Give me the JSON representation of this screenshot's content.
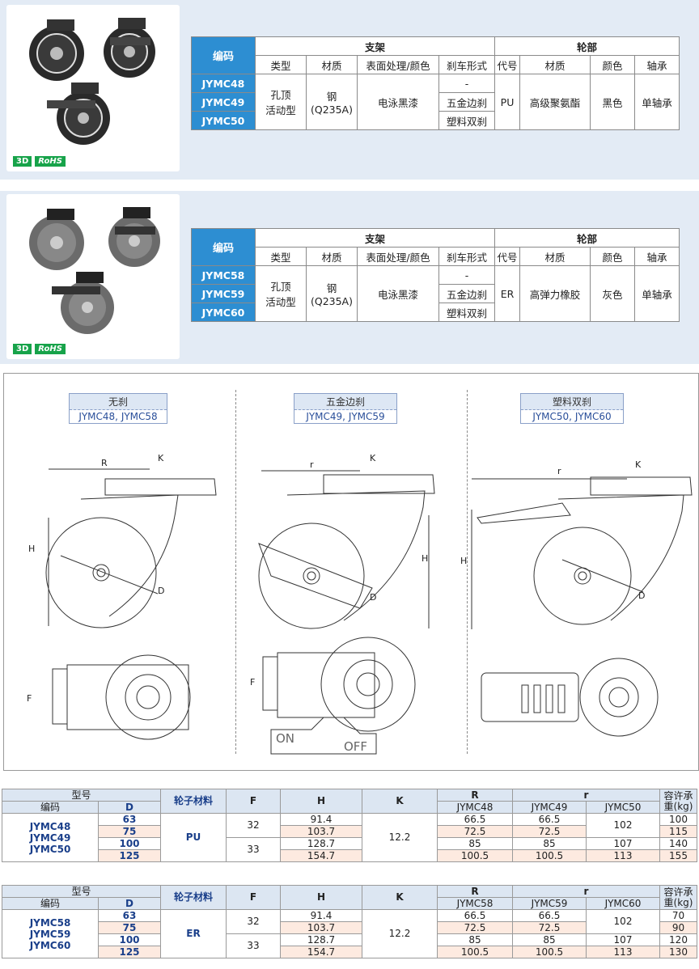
{
  "panel1": {
    "badge_3d": "3D",
    "badge_rohs": "RoHS",
    "table": {
      "code_header": "编码",
      "bracket_header": "支架",
      "wheel_header": "轮部",
      "sub_headers": [
        "类型",
        "材质",
        "表面处理/颜色",
        "刹车形式",
        "代号",
        "材质",
        "颜色",
        "轴承"
      ],
      "codes": [
        "JYMC48",
        "JYMC49",
        "JYMC50"
      ],
      "type": "孔顶\n活动型",
      "material": "钢\n(Q235A)",
      "surface": "电泳黑漆",
      "brakes": [
        "-",
        "五金边刹",
        "塑料双刹"
      ],
      "wheel_code": "PU",
      "wheel_material": "高级聚氨酯",
      "wheel_color": "黑色",
      "bearing": "单轴承"
    }
  },
  "panel2": {
    "badge_3d": "3D",
    "badge_rohs": "RoHS",
    "table": {
      "code_header": "编码",
      "bracket_header": "支架",
      "wheel_header": "轮部",
      "sub_headers": [
        "类型",
        "材质",
        "表面处理/颜色",
        "刹车形式",
        "代号",
        "材质",
        "颜色",
        "轴承"
      ],
      "codes": [
        "JYMC58",
        "JYMC59",
        "JYMC60"
      ],
      "type": "孔顶\n活动型",
      "material": "钢\n(Q235A)",
      "surface": "电泳黑漆",
      "brakes": [
        "-",
        "五金边刹",
        "塑料双刹"
      ],
      "wheel_code": "ER",
      "wheel_material": "高弹力橡胶",
      "wheel_color": "灰色",
      "bearing": "单轴承"
    }
  },
  "drawings": {
    "views": [
      {
        "title": "无刹",
        "models": "JYMC48, JYMC58"
      },
      {
        "title": "五金边刹",
        "models": "JYMC49, JYMC59"
      },
      {
        "title": "塑料双刹",
        "models": "JYMC50, JYMC60"
      }
    ],
    "dims": {
      "R": "R",
      "r": "r",
      "K": "K",
      "H": "H",
      "D": "D",
      "F": "F"
    },
    "on": "ON",
    "off": "OFF"
  },
  "dim_table1": {
    "headers": {
      "model": "型号",
      "code": "编码",
      "d": "D",
      "material": "轮子材料",
      "f": "F",
      "h": "H",
      "k": "K",
      "R": "R",
      "r": "r",
      "load": "容许承重(kg)"
    },
    "r_cols": [
      "JYMC48",
      "JYMC49",
      "JYMC50"
    ],
    "codes": "JYMC48\nJYMC49\nJYMC50",
    "material": "PU",
    "f": [
      "32",
      "33"
    ],
    "k": "12.2",
    "rows": [
      {
        "d": "63",
        "h": "91.4",
        "R": "66.5",
        "r49": "66.5",
        "load": "100"
      },
      {
        "d": "75",
        "h": "103.7",
        "R": "72.5",
        "r49": "72.5",
        "load": "115"
      },
      {
        "d": "100",
        "h": "128.7",
        "R": "85",
        "r49": "85",
        "r50": "107",
        "load": "140"
      },
      {
        "d": "125",
        "h": "154.7",
        "R": "100.5",
        "r49": "100.5",
        "r50": "113",
        "load": "155"
      }
    ],
    "r50_merged": "102"
  },
  "dim_table2": {
    "headers": {
      "model": "型号",
      "code": "编码",
      "d": "D",
      "material": "轮子材料",
      "f": "F",
      "h": "H",
      "k": "K",
      "R": "R",
      "r": "r",
      "load": "容许承重(kg)"
    },
    "r_cols": [
      "JYMC58",
      "JYMC59",
      "JYMC60"
    ],
    "codes": "JYMC58\nJYMC59\nJYMC60",
    "material": "ER",
    "f": [
      "32",
      "33"
    ],
    "k": "12.2",
    "rows": [
      {
        "d": "63",
        "h": "91.4",
        "R": "66.5",
        "r49": "66.5",
        "load": "70"
      },
      {
        "d": "75",
        "h": "103.7",
        "R": "72.5",
        "r49": "72.5",
        "load": "90"
      },
      {
        "d": "100",
        "h": "128.7",
        "R": "85",
        "r49": "85",
        "r50": "107",
        "load": "120"
      },
      {
        "d": "125",
        "h": "154.7",
        "R": "100.5",
        "r49": "100.5",
        "r50": "113",
        "load": "130"
      }
    ],
    "r50_merged": "102"
  }
}
